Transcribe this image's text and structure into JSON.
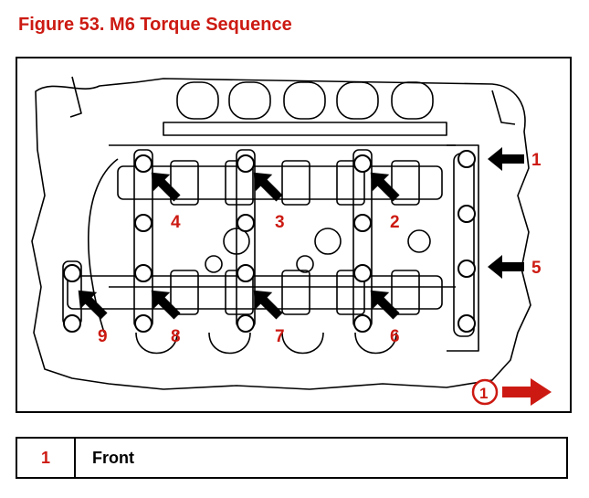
{
  "title": "Figure 53. M6 Torque Sequence",
  "sequence_labels": [
    "1",
    "2",
    "3",
    "4",
    "5",
    "6",
    "7",
    "8",
    "9"
  ],
  "front_callout": "1",
  "legend": {
    "key": "1",
    "value": "Front"
  },
  "colors": {
    "accent": "#cc1a12",
    "line": "#000000"
  }
}
